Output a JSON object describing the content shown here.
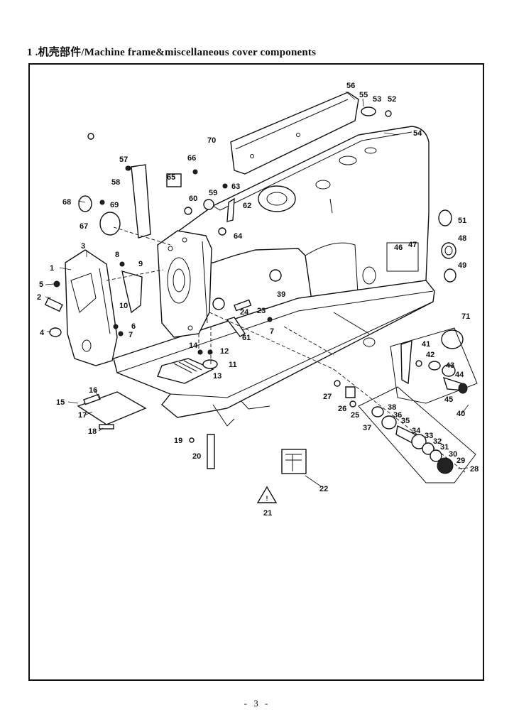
{
  "header": {
    "title": "1 .机壳部件/Machine frame&miscellaneous cover components"
  },
  "footer": {
    "page_number": "- 3 -"
  },
  "callouts": {
    "c1": "1",
    "c2": "2",
    "c3": "3",
    "c4": "4",
    "c5": "5",
    "c6": "6",
    "c7a": "7",
    "c7b": "7",
    "c8": "8",
    "c9": "9",
    "c10": "10",
    "c11": "11",
    "c12": "12",
    "c13": "13",
    "c14": "14",
    "c15": "15",
    "c16": "16",
    "c17": "17",
    "c18": "18",
    "c19": "19",
    "c20": "20",
    "c21": "21",
    "c22": "22",
    "c23": "23",
    "c24": "24",
    "c25": "25",
    "c26": "26",
    "c27": "27",
    "c28": "28",
    "c29": "29",
    "c30": "30",
    "c31": "31",
    "c32": "32",
    "c33": "33",
    "c34": "34",
    "c35": "35",
    "c36": "36",
    "c37": "37",
    "c38": "38",
    "c39": "39",
    "c40": "40",
    "c41": "41",
    "c42": "42",
    "c43": "43",
    "c44": "44",
    "c45": "45",
    "c46": "46",
    "c47": "47",
    "c48": "48",
    "c49": "49",
    "c51": "51",
    "c52": "52",
    "c53": "53",
    "c54": "54",
    "c55": "55",
    "c56": "56",
    "c57": "57",
    "c58": "58",
    "c59": "59",
    "c60": "60",
    "c61": "61",
    "c62": "62",
    "c63": "63",
    "c64": "64",
    "c65": "65",
    "c66": "66",
    "c67": "67",
    "c68": "68",
    "c69": "69",
    "c70": "70",
    "c71": "71"
  }
}
